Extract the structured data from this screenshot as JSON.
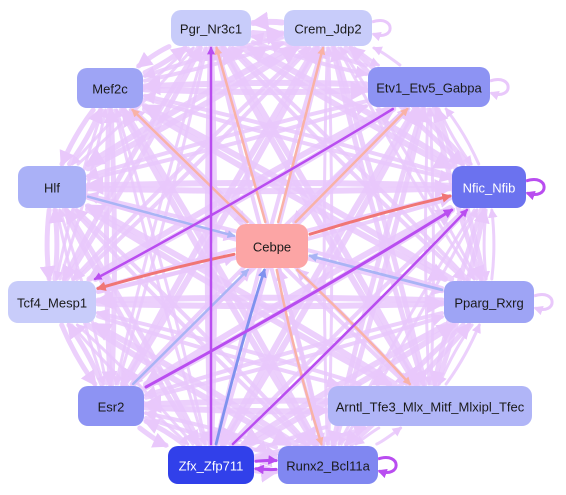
{
  "diagram": {
    "nodes": [
      {
        "id": "cebpe",
        "label": "Cebpe",
        "fill": "#fca5a5",
        "text_color": "#1a1a1a"
      },
      {
        "id": "pgr",
        "label": "Pgr_Nr3c1",
        "fill": "#c8ccfa",
        "text_color": "#1a1a1a"
      },
      {
        "id": "crem",
        "label": "Crem_Jdp2",
        "fill": "#c8ccfa",
        "text_color": "#1a1a1a"
      },
      {
        "id": "mef2c",
        "label": "Mef2c",
        "fill": "#9ea4f5",
        "text_color": "#1a1a1a"
      },
      {
        "id": "etv",
        "label": "Etv1_Etv5_Gabpa",
        "fill": "#8d93f3",
        "text_color": "#1a1a1a"
      },
      {
        "id": "hlf",
        "label": "Hlf",
        "fill": "#aab1f7",
        "text_color": "#1a1a1a"
      },
      {
        "id": "nfic",
        "label": "Nfic_Nfib",
        "fill": "#6b72ef",
        "text_color": "#ffffff"
      },
      {
        "id": "tcf4",
        "label": "Tcf4_Mesp1",
        "fill": "#c8ccfa",
        "text_color": "#1a1a1a"
      },
      {
        "id": "pparg",
        "label": "Pparg_Rxrg",
        "fill": "#9ea4f5",
        "text_color": "#1a1a1a"
      },
      {
        "id": "esr2",
        "label": "Esr2",
        "fill": "#8d93f3",
        "text_color": "#1a1a1a"
      },
      {
        "id": "arntl",
        "label": "Arntl_Tfe3_Mlx_Mitf_Mlxipl_Tfec",
        "fill": "#b0b5f7",
        "text_color": "#1a1a1a"
      },
      {
        "id": "zfx",
        "label": "Zfx_Zfp711",
        "fill": "#3140ea",
        "text_color": "#ffffff"
      },
      {
        "id": "runx",
        "label": "Runx2_Bcl11a",
        "fill": "#8087f1",
        "text_color": "#1a1a1a"
      }
    ]
  },
  "colors": {
    "edge_light": "#e9c8fb",
    "edge_purple": "#b94df0",
    "edge_red": "#f07575",
    "edge_salmon": "#f9b2a6",
    "edge_blue": "#a9b4f5",
    "edge_blue_strong": "#7f92ee",
    "background": "#ffffff"
  }
}
